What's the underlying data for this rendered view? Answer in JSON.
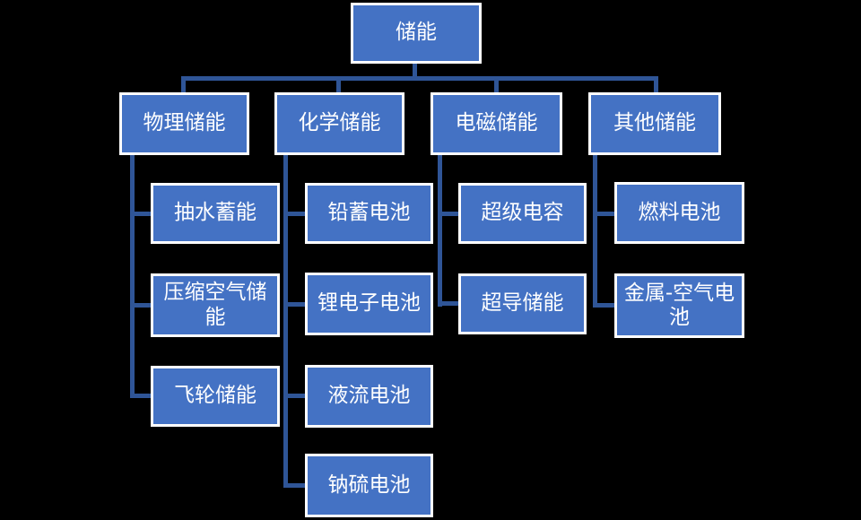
{
  "colors": {
    "background": "#000000",
    "box_fill": "#4472C4",
    "box_border": "#FFFFFF",
    "connector": "#2F5597",
    "text": "#FFFFFF"
  },
  "tree": {
    "label": "储能",
    "children": [
      {
        "label": "物理储能",
        "children": [
          {
            "label": "抽水蓄能"
          },
          {
            "label": "压缩空气储能"
          },
          {
            "label": "飞轮储能"
          }
        ]
      },
      {
        "label": "化学储能",
        "children": [
          {
            "label": "铅蓄电池"
          },
          {
            "label": "锂电子电池"
          },
          {
            "label": "液流电池"
          },
          {
            "label": "钠硫电池"
          }
        ]
      },
      {
        "label": "电磁储能",
        "children": [
          {
            "label": "超级电容"
          },
          {
            "label": "超导储能"
          }
        ]
      },
      {
        "label": "其他储能",
        "children": [
          {
            "label": "燃料电池"
          },
          {
            "label": "金属-空气电池"
          }
        ]
      }
    ]
  }
}
